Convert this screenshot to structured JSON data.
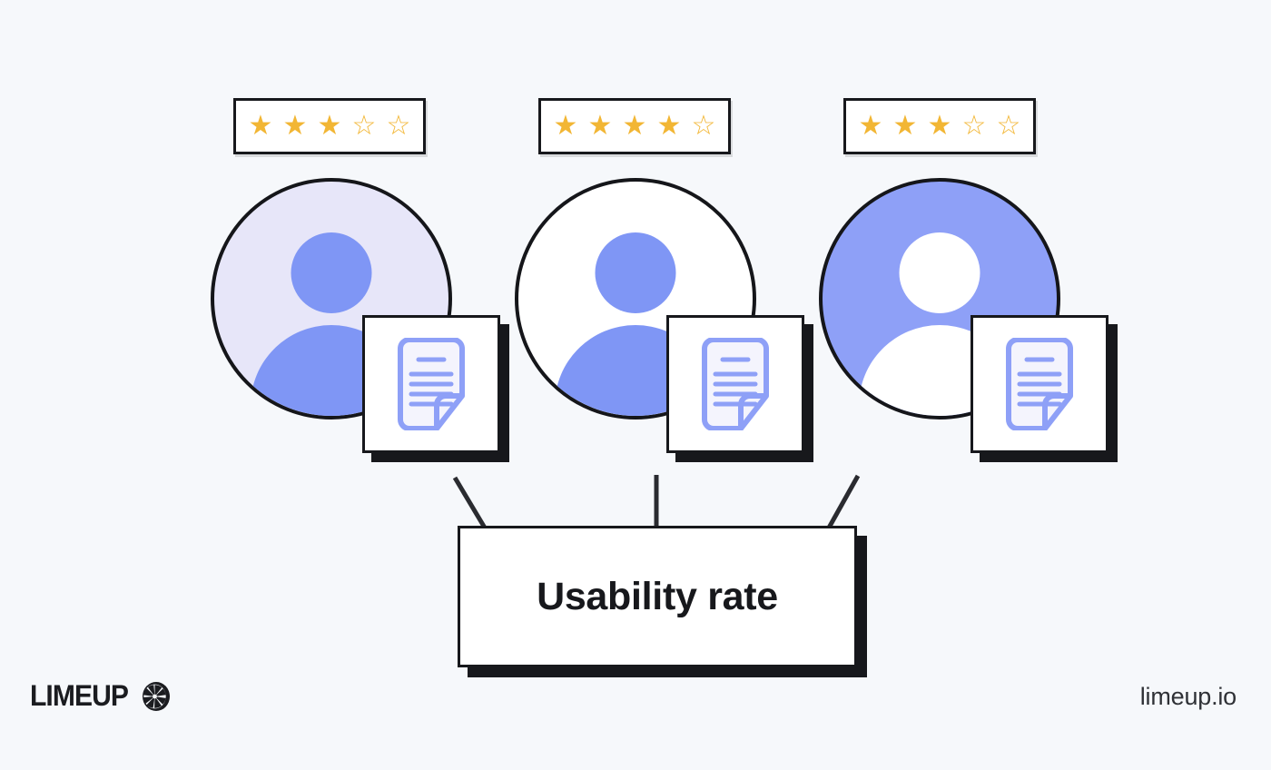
{
  "page": {
    "background_color": "#f6f8fb",
    "title_text": "Usability rate"
  },
  "colors": {
    "ink": "#17181c",
    "star_filled": "#f2b634",
    "star_empty": "#f2b634",
    "accent_periwinkle": "#7f96f5",
    "avatar_light": "#e7e6f9",
    "avatar_white": "#ffffff",
    "avatar_solid": "#8ea0f7",
    "background": "#f6f8fb"
  },
  "ratings": [
    {
      "id": "rating-1",
      "filled": 3,
      "total": 5,
      "stars": [
        "★",
        "★",
        "★",
        "☆",
        "☆"
      ]
    },
    {
      "id": "rating-2",
      "filled": 4,
      "total": 5,
      "stars": [
        "★",
        "★",
        "★",
        "★",
        "☆"
      ]
    },
    {
      "id": "rating-3",
      "filled": 3,
      "total": 5,
      "stars": [
        "★",
        "★",
        "★",
        "☆",
        "☆"
      ]
    }
  ],
  "avatars": [
    {
      "id": "avatar-1",
      "icon": "user-avatar-icon",
      "fill": "#e7e6f9",
      "figure_color": "#7f96f5"
    },
    {
      "id": "avatar-2",
      "icon": "user-avatar-icon",
      "fill": "#ffffff",
      "figure_color": "#7f96f5"
    },
    {
      "id": "avatar-3",
      "icon": "user-avatar-icon",
      "fill": "#8ea0f7",
      "figure_color": "#ffffff"
    }
  ],
  "documents": [
    {
      "id": "document-card-1",
      "icon": "document-icon",
      "line_count": 6
    },
    {
      "id": "document-card-2",
      "icon": "document-icon",
      "line_count": 6
    },
    {
      "id": "document-card-3",
      "icon": "document-icon",
      "line_count": 6
    }
  ],
  "connectors": [
    {
      "id": "connector-left",
      "from": [
        501,
        526
      ],
      "to": [
        535,
        581
      ]
    },
    {
      "id": "connector-center",
      "from": [
        723,
        523
      ],
      "to": [
        723,
        581
      ]
    },
    {
      "id": "connector-right",
      "from": [
        945,
        524
      ],
      "to": [
        912,
        581
      ]
    }
  ],
  "footer": {
    "logo_wordmark": "LIMEUP",
    "logo_mark_icon": "lime-slice-icon",
    "site_url": "limeup.io"
  }
}
